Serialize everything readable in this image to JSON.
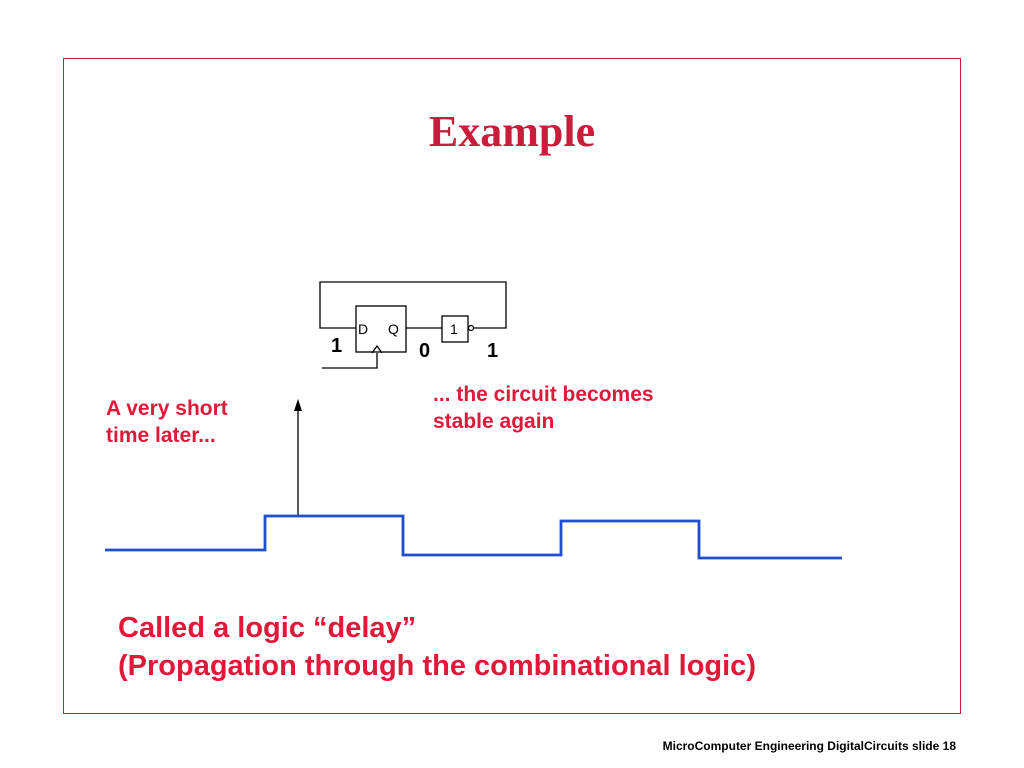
{
  "slide": {
    "title": "Example",
    "note_left": [
      "A very short",
      "time later..."
    ],
    "note_right": [
      "... the circuit becomes",
      "stable again"
    ],
    "caption": [
      "Called a logic “delay”",
      "(Propagation through the combinational logic)"
    ],
    "footer": "MicroComputer Engineering DigitalCircuits slide 18",
    "accent_color": "#e0193a",
    "waveform_color": "#1f4fd0"
  },
  "circuit": {
    "ff_d_label": "D",
    "ff_q_label": "Q",
    "inverter_label": "1",
    "d_value": "1",
    "q_value": "0",
    "out_value": "1"
  }
}
